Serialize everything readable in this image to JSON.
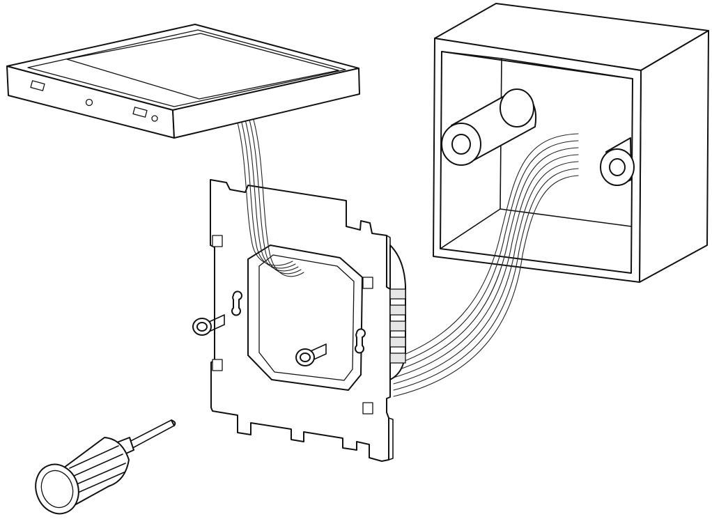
{
  "figure": {
    "components": [
      "thermostat-display-unit",
      "wires",
      "mounting-frame",
      "power-module",
      "mounting-screw",
      "wall-junction-box",
      "screwdriver"
    ]
  },
  "colors": {
    "line": "#111111",
    "fill": "#ffffff"
  }
}
